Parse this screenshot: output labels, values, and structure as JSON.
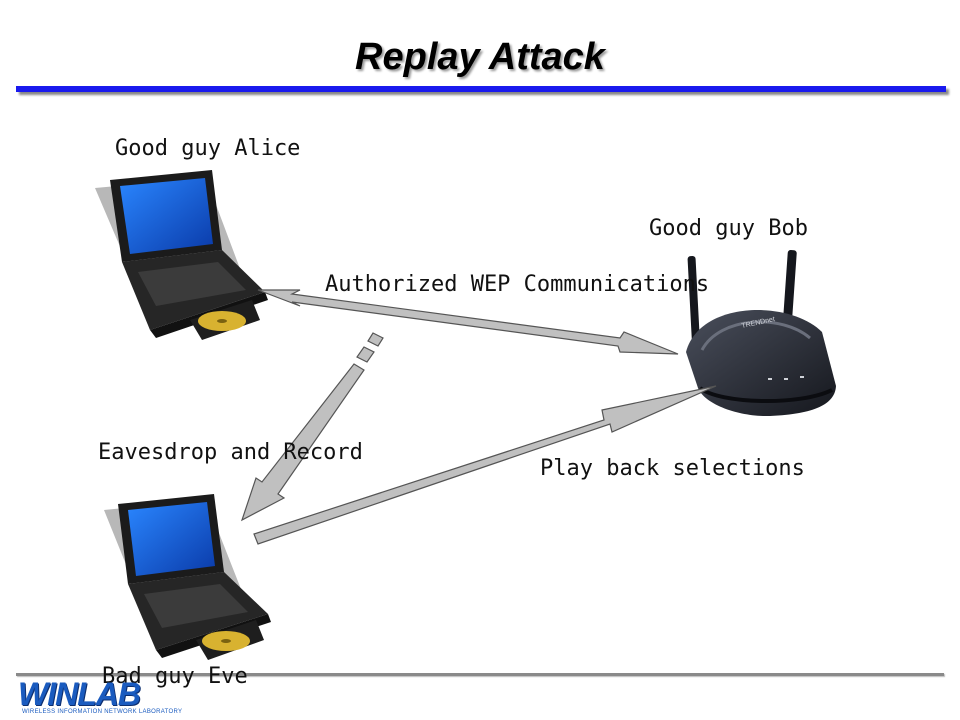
{
  "slide": {
    "title": "Replay Attack"
  },
  "nodes": {
    "alice": {
      "label": "Good guy Alice",
      "device": "laptop-icon"
    },
    "bob": {
      "label": "Good guy Bob",
      "device": "wireless-router-icon"
    },
    "eve": {
      "label": "Bad guy Eve",
      "device": "laptop-icon"
    }
  },
  "edges": {
    "authorized": "Authorized WEP Communications",
    "eavesdrop": "Eavesdrop and Record",
    "playback": "Play back selections"
  },
  "footer": {
    "logo_text": "WINLAB",
    "logo_subtext": "WIRELESS INFORMATION NETWORK LABORATORY"
  },
  "colors": {
    "title_rule": "#1a1aee",
    "arrow_fill": "#c0c0c0",
    "logo": "#1a5bbf"
  }
}
